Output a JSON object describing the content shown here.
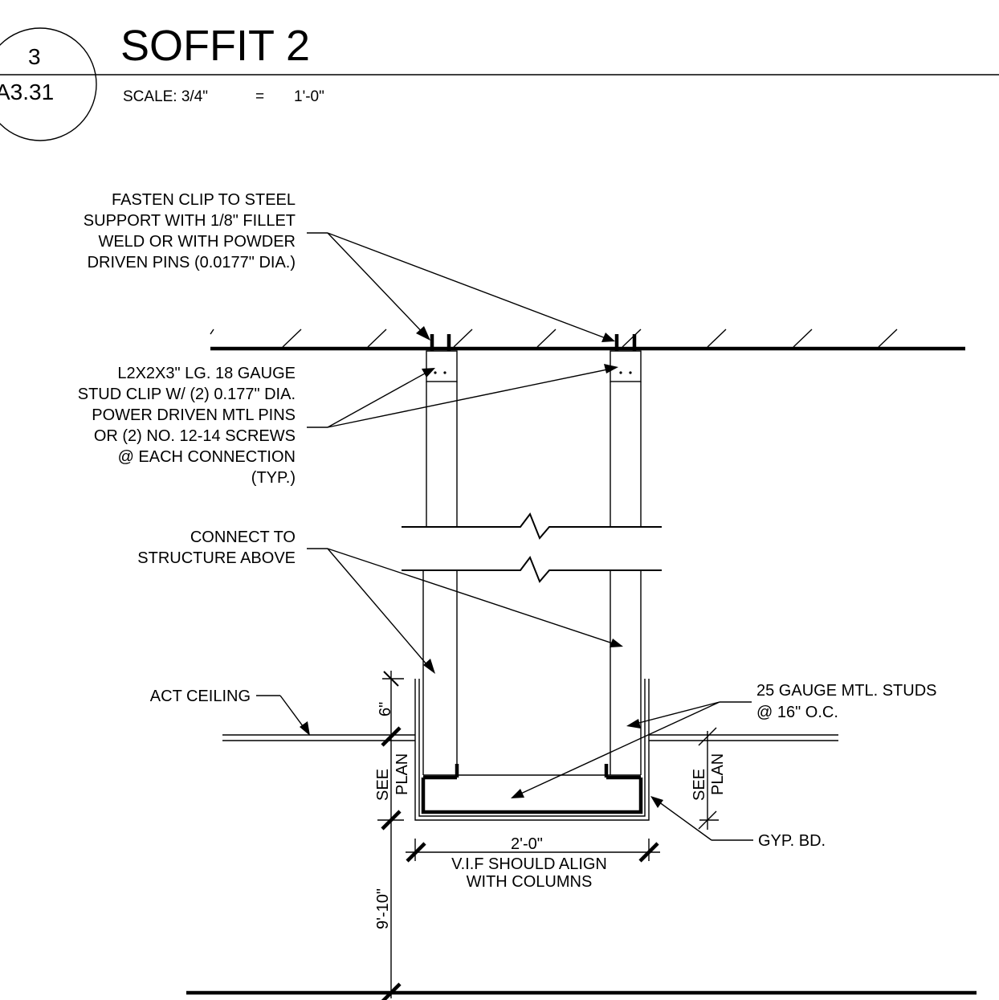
{
  "title_block": {
    "detail_number": "3",
    "sheet_reference": "A3.31",
    "title": "SOFFIT 2",
    "scale_label": "SCALE: 3/4\"",
    "scale_equals": "=",
    "scale_value": "1'-0\""
  },
  "notes": {
    "fasten_clip": [
      "FASTEN CLIP TO STEEL",
      "SUPPORT WITH 1/8\" FILLET",
      "WELD OR WITH POWDER",
      "DRIVEN PINS (0.0177\" DIA.)"
    ],
    "stud_clip": [
      "L2X2X3\" LG. 18 GAUGE",
      "STUD CLIP W/ (2) 0.177\" DIA.",
      "POWER DRIVEN MTL PINS",
      "OR (2) NO. 12-14 SCREWS",
      "@ EACH CONNECTION",
      "(TYP.)"
    ],
    "connect": [
      "CONNECT TO",
      "STRUCTURE ABOVE"
    ],
    "act_ceiling": "ACT CEILING",
    "studs": [
      "25 GAUGE MTL. STUDS",
      "@ 16\" O.C."
    ],
    "gyp_bd": "GYP. BD."
  },
  "dimensions": {
    "soffit_drop_above_ceiling": "6\"",
    "see_plan_left": [
      "SEE",
      "PLAN"
    ],
    "see_plan_right": [
      "SEE",
      "PLAN"
    ],
    "soffit_width": "2'-0\"",
    "width_note": [
      "V.I.F SHOULD ALIGN",
      "WITH COLUMNS"
    ],
    "floor_to_soffit": "9'-10\""
  }
}
